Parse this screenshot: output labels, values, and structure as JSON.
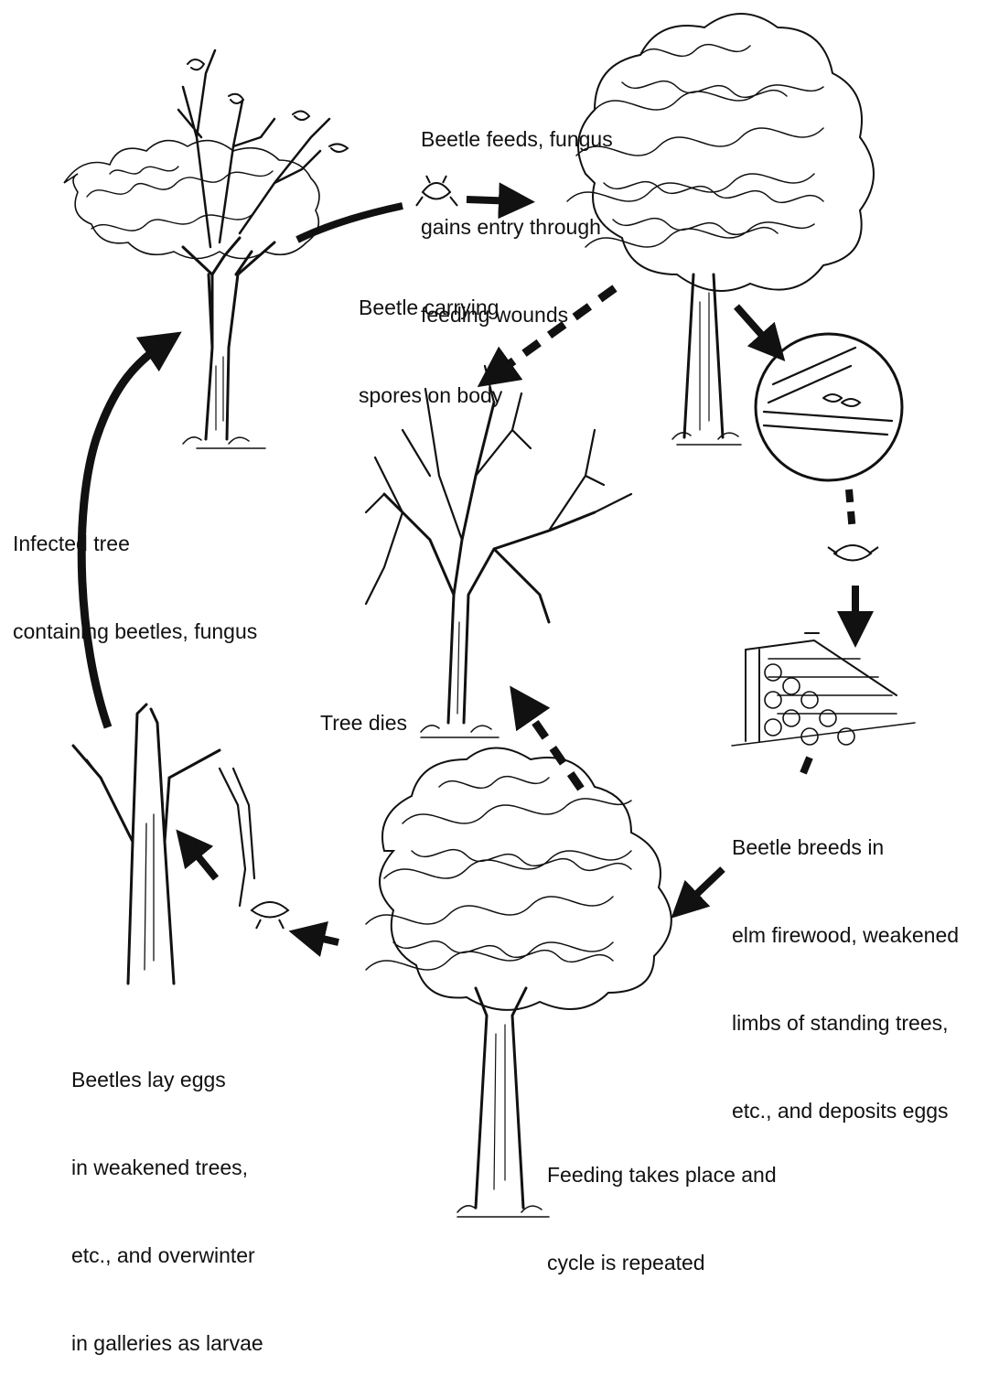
{
  "colors": {
    "ink": "#111111",
    "background": "#ffffff"
  },
  "labels": {
    "beetle_feeds": [
      "Beetle feeds, fungus",
      "gains entry through",
      "feeding wounds"
    ],
    "beetle_carrying": [
      "Beetle carrying",
      "spores on body"
    ],
    "infected_tree": [
      "Infected tree",
      "containing beetles, fungus"
    ],
    "tree_dies": [
      "Tree dies"
    ],
    "beetle_breeds": [
      "Beetle breeds in",
      "elm firewood, weakened",
      "limbs of standing trees,",
      "etc., and deposits eggs"
    ],
    "beetles_lay": [
      "Beetles lay eggs",
      "in weakened trees,",
      "etc., and overwinter",
      "in galleries as larvae"
    ],
    "feeding_repeated": [
      "Feeding takes place and",
      "cycle is repeated"
    ]
  },
  "icons": [
    "infected-elm-icon",
    "healthy-elm-icon",
    "dead-elm-icon",
    "breeding-elm-icon",
    "dead-snag-icon",
    "branch-gallery-icon",
    "firewood-pile-icon",
    "beetle-icon"
  ]
}
